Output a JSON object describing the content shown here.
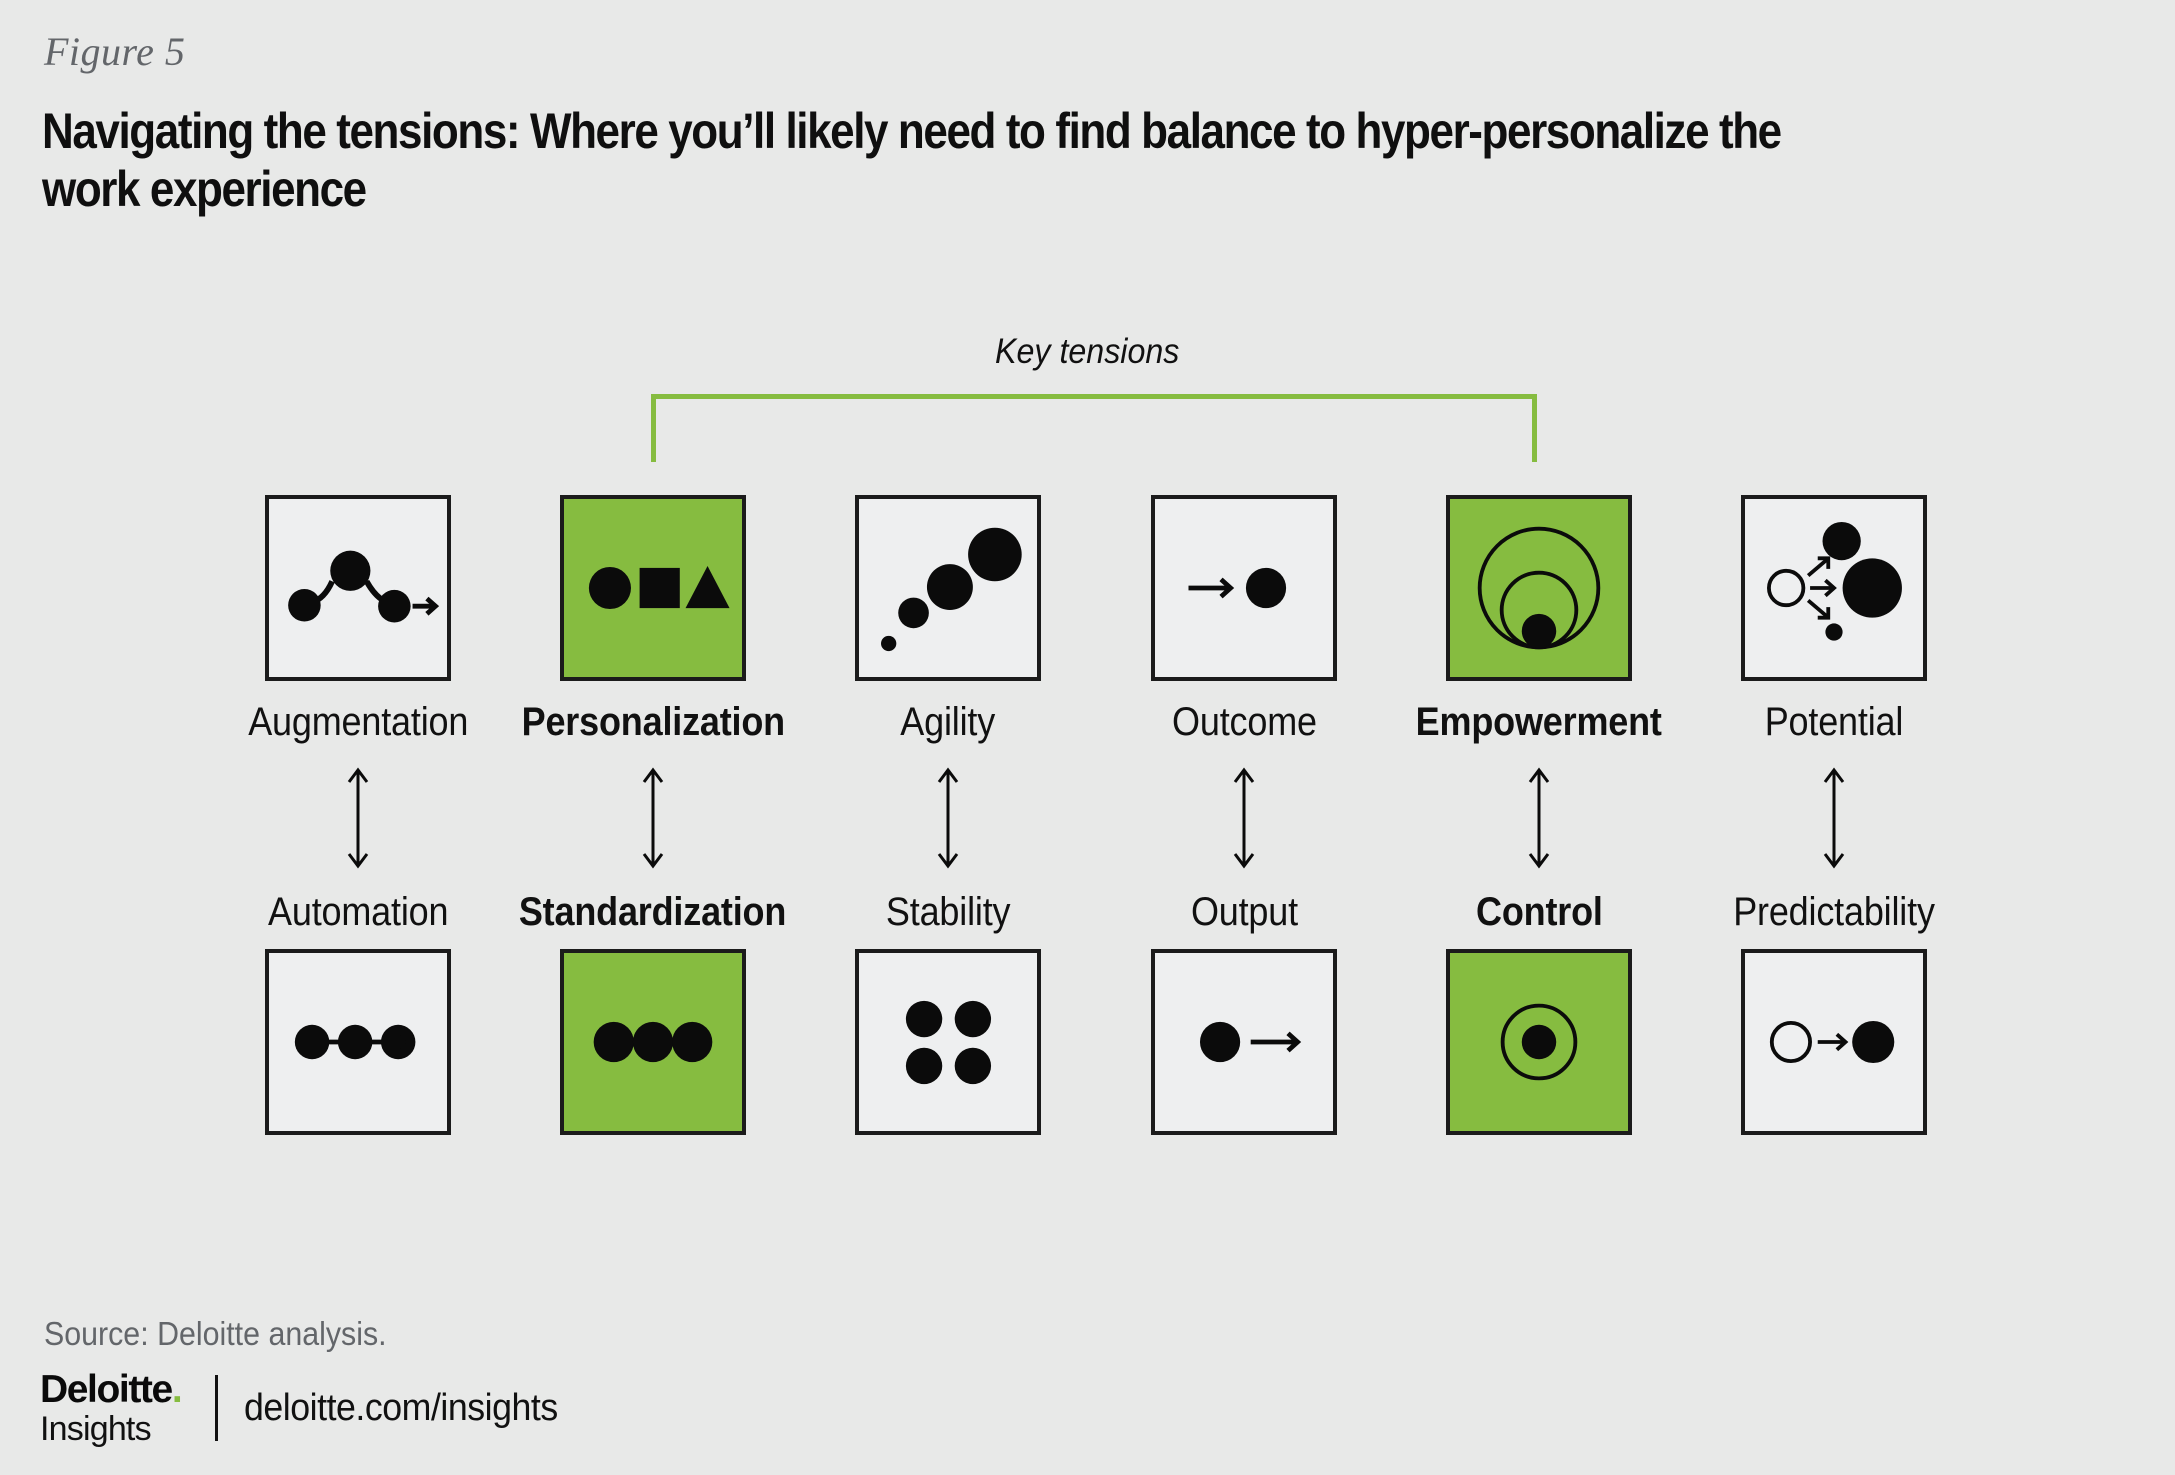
{
  "figure": {
    "label": "Figure 5",
    "title": "Navigating the tensions: Where you’ll likely need to find balance to hyper-personalize the work experience"
  },
  "bracket": {
    "label": "Key tensions",
    "color": "#86bc40"
  },
  "colors": {
    "background": "#e8e9e8",
    "accent_green": "#86bc40",
    "box_fill": "#eeeff0",
    "box_border": "#1b1b1b",
    "text": "#111111",
    "muted_text": "#63666a"
  },
  "columns": [
    {
      "top_term": "Augmentation",
      "bottom_term": "Automation",
      "highlighted": false,
      "top_icon": "network-nodes-arrow-icon",
      "bottom_icon": "linear-dots-arrow-icon"
    },
    {
      "top_term": "Personalization",
      "bottom_term": "Standardization",
      "highlighted": true,
      "top_icon": "circle-square-triangle-icon",
      "bottom_icon": "three-equal-dots-icon"
    },
    {
      "top_term": "Agility",
      "bottom_term": "Stability",
      "highlighted": false,
      "top_icon": "growing-dots-diagonal-icon",
      "bottom_icon": "four-dots-grid-icon"
    },
    {
      "top_term": "Outcome",
      "bottom_term": "Output",
      "highlighted": false,
      "top_icon": "arrow-to-circle-icon",
      "bottom_icon": "circle-to-arrow-icon"
    },
    {
      "top_term": "Empowerment",
      "bottom_term": "Control",
      "highlighted": true,
      "top_icon": "ripple-circles-icon",
      "bottom_icon": "dot-in-circle-icon"
    },
    {
      "top_term": "Potential",
      "bottom_term": "Predictability",
      "highlighted": false,
      "top_icon": "branching-arrows-icon",
      "bottom_icon": "hollow-arrow-filled-circle-icon"
    }
  ],
  "tension_arrow_icon": "double-headed-vertical-arrow-icon",
  "footer": {
    "source": "Source: Deloitte analysis.",
    "logo_primary": "Deloitte",
    "logo_dot": ".",
    "logo_secondary": "Insights",
    "url": "deloitte.com/insights"
  }
}
